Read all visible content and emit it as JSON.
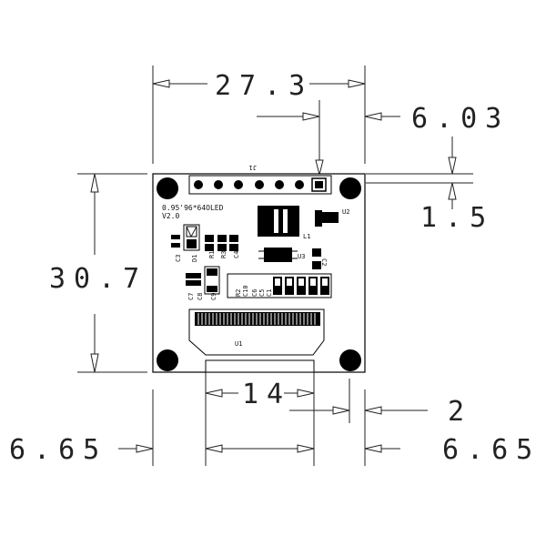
{
  "dimensions": {
    "width": "27.3",
    "height": "30.7",
    "pin_offset": "6.03",
    "pin_edge": "1.5",
    "connector_width": "14",
    "gap": "2",
    "left_margin": "6.65",
    "right_margin": "6.65"
  },
  "board": {
    "header_label": "J1",
    "model_line1": "0.95'96*64OLED",
    "model_line2": "V2.0",
    "components": {
      "c3": "C3",
      "d1": "D1",
      "r1": "R1",
      "r3": "R3",
      "c4": "C4",
      "l1": "L1",
      "u2": "U2",
      "u3": "U3",
      "c2": "C2",
      "c7": "C7",
      "c8": "C8",
      "c9": "C9",
      "r2": "R2",
      "c10": "C10",
      "c6": "C6",
      "c5": "C5",
      "c1": "C1",
      "u1": "U1"
    }
  }
}
